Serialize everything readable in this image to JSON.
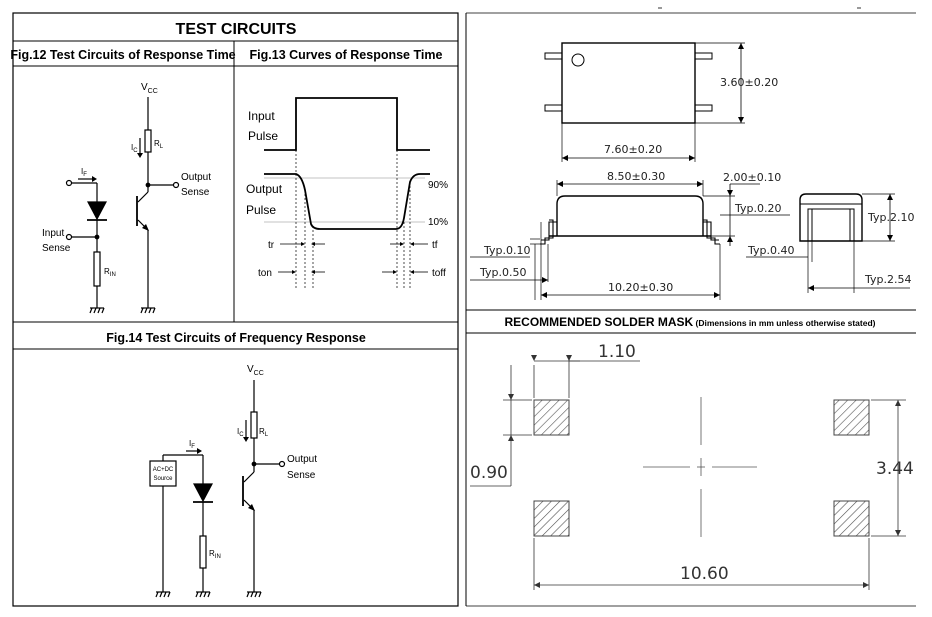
{
  "left_panel": {
    "title": "TEST CIRCUITS",
    "fig12_title": "Fig.12 Test Circuits of Response Time",
    "fig13_title": "Fig.13 Curves of Response Time",
    "fig14_title": "Fig.14 Test Circuits of Frequency Response",
    "fig12": {
      "vcc_main": "V",
      "vcc_sub": "CC",
      "ic_main": "I",
      "ic_sub": "C",
      "rl_main": "R",
      "rl_sub": "L",
      "if_main": "I",
      "if_sub": "F",
      "rin_main": "R",
      "rin_sub": "IN",
      "output_line1": "Output",
      "output_line2": "Sense",
      "input_line1": "Input",
      "input_line2": "Sense"
    },
    "fig13": {
      "input_line1": "Input",
      "input_line2": "Pulse",
      "output_line1": "Output",
      "output_line2": "Pulse",
      "pct90": "90%",
      "pct10": "10%",
      "tr": "tr",
      "ton": "ton",
      "tf": "tf",
      "toff": "toff"
    },
    "fig14": {
      "vcc_main": "V",
      "vcc_sub": "CC",
      "ic_main": "I",
      "ic_sub": "C",
      "rl_main": "R",
      "rl_sub": "L",
      "if_main": "I",
      "if_sub": "F",
      "rin_main": "R",
      "rin_sub": "IN",
      "source_line1": "AC+DC",
      "source_line2": "Source",
      "output_line1": "Output",
      "output_line2": "Sense"
    }
  },
  "package_drawing": {
    "dim_width": "3.60±0.20",
    "dim_body_length": "7.60±0.20",
    "dim_length_top": "8.50±0.30",
    "dim_height": "2.00±0.10",
    "typ_020": "Typ.0.20",
    "typ_010": "Typ.0.10",
    "typ_050": "Typ.0.50",
    "dim_overall": "10.20±0.30",
    "typ_040": "Typ.0.40",
    "typ_210": "Typ.2.10",
    "typ_254": "Typ.2.54"
  },
  "solder_mask": {
    "title_bold": "RECOMMENDED SOLDER MASK",
    "title_note": " (Dimensions in mm unless otherwise stated)",
    "dim_pad_width": "1.10",
    "dim_pad_height": "0.90",
    "dim_pitch_vertical": "3.44",
    "dim_pitch_horizontal": "10.60"
  }
}
